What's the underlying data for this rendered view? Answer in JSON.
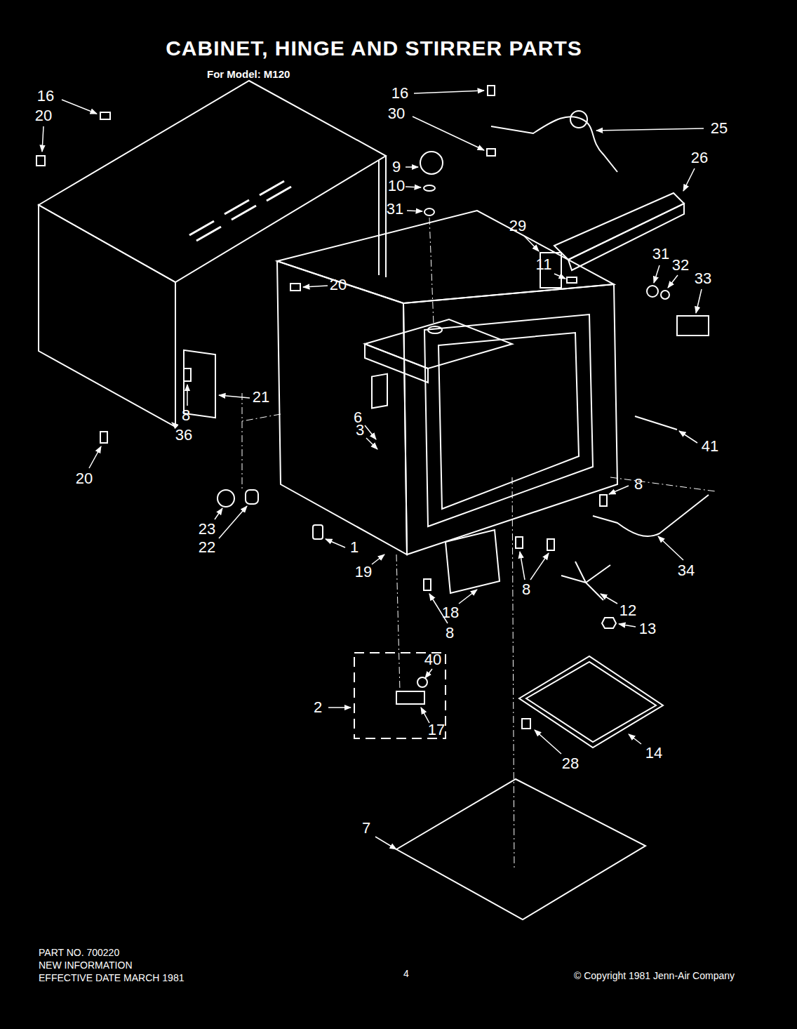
{
  "diagram": {
    "title": "CABINET, HINGE AND STIRRER PARTS",
    "labels": [
      "For Model: M120",
      "16",
      "20",
      "16",
      "30",
      "25",
      "9",
      "26",
      "10",
      "31",
      "29",
      "11",
      "31",
      "32",
      "33",
      "20",
      "6",
      "3",
      "21",
      "8",
      "36",
      "20",
      "41",
      "8",
      "23",
      "22",
      "1",
      "19",
      "34",
      "18",
      "8",
      "8",
      "12",
      "13",
      "40",
      "2",
      "17",
      "28",
      "14",
      "7",
      "PART NO. 700220",
      "NEW INFORMATION",
      "EFFECTIVE DATE MARCH 1981",
      "4",
      "© Copyright 1981 Jenn-Air Company"
    ]
  }
}
